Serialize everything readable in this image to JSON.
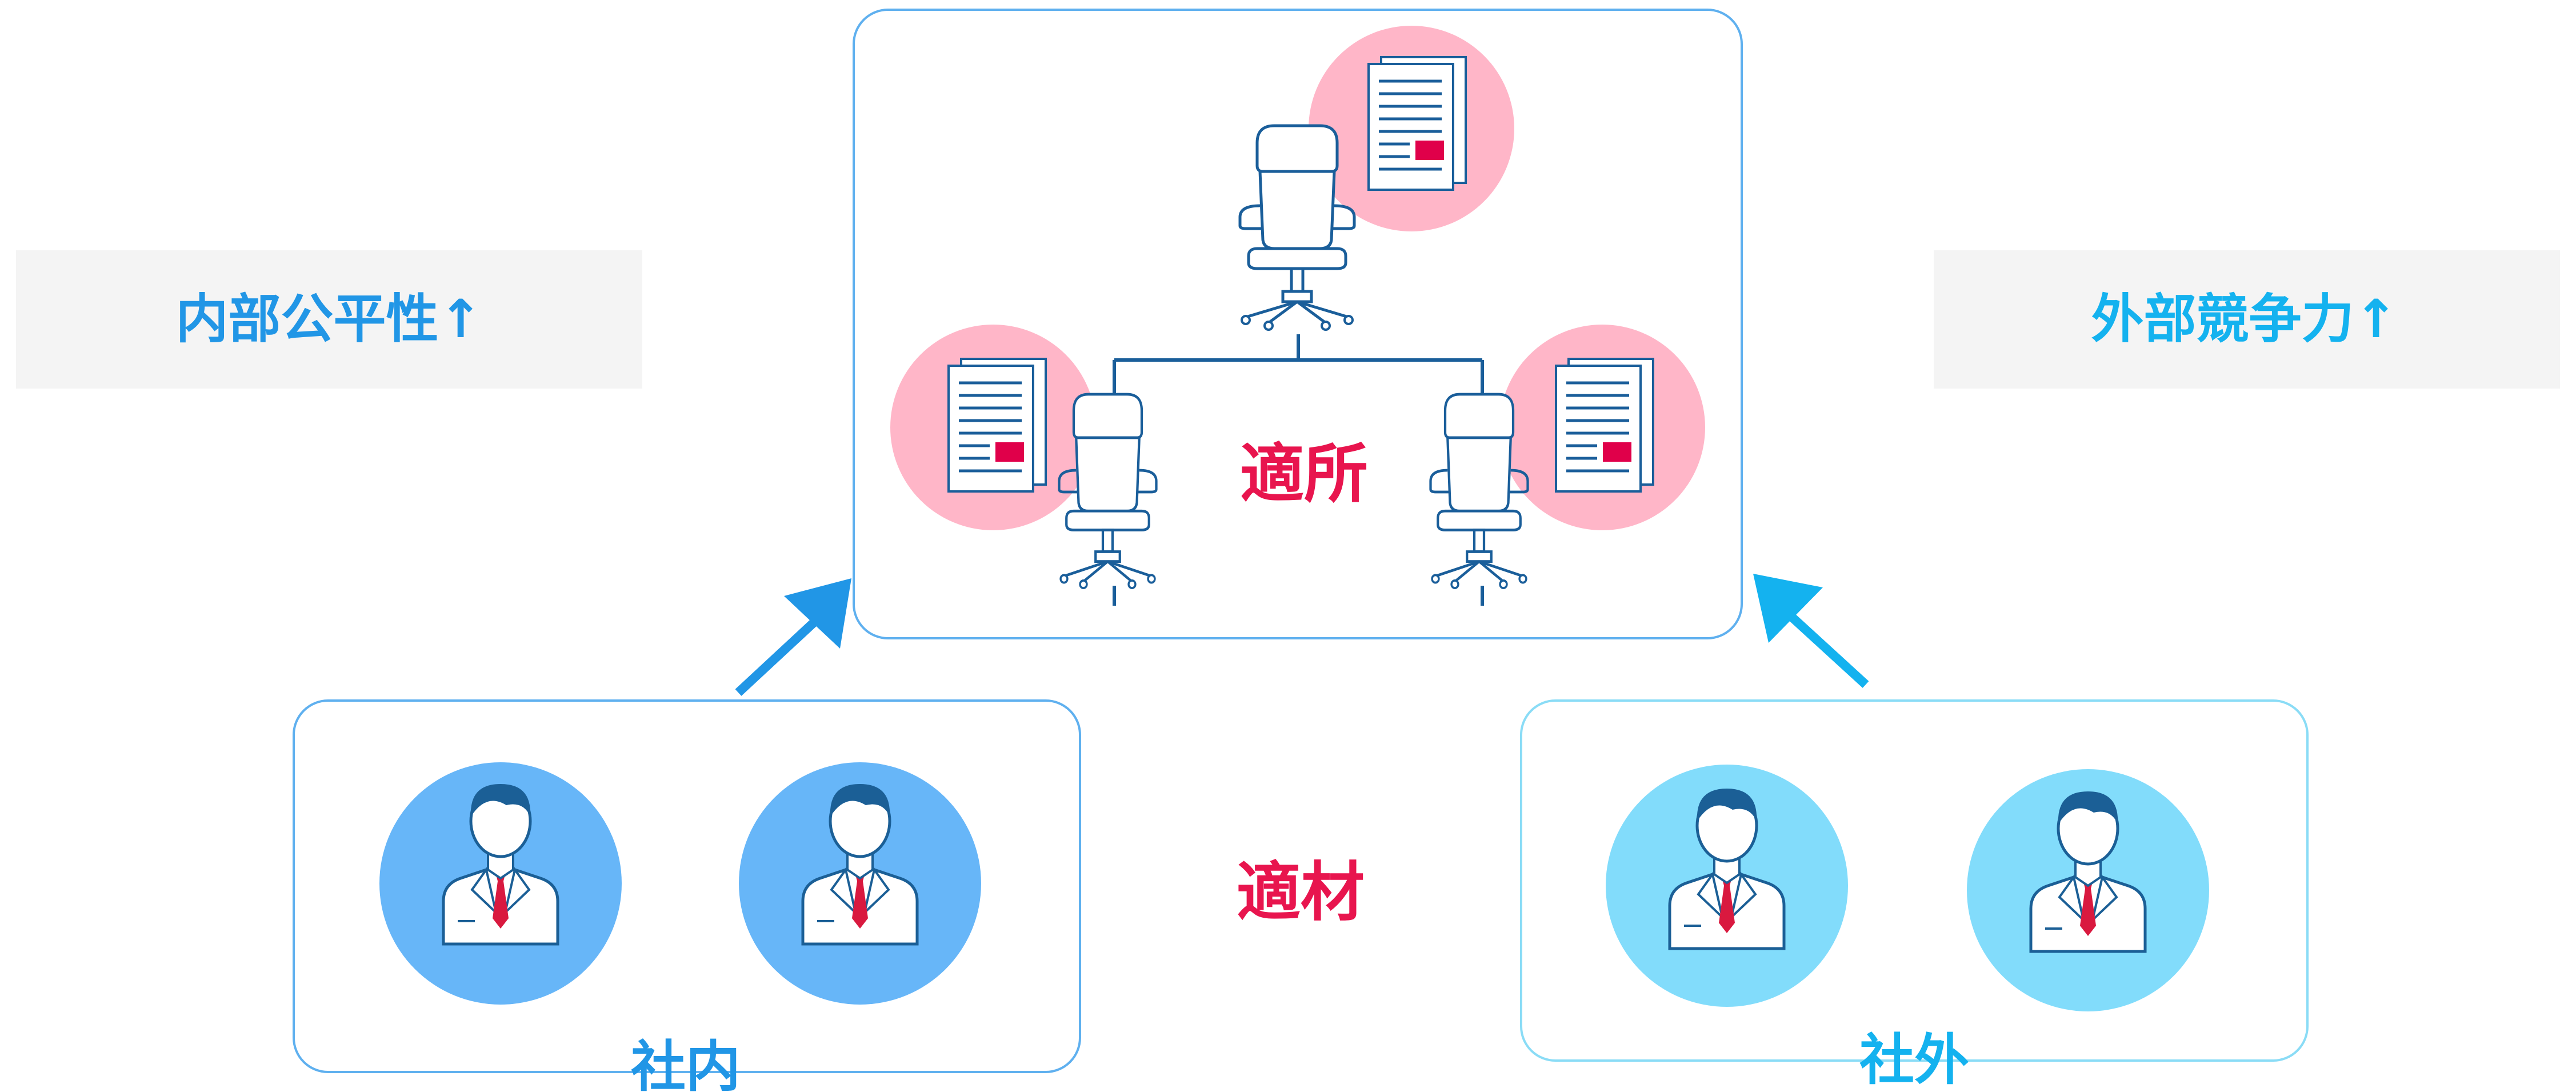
{
  "labels": {
    "internal_equity": "内部公平性↑",
    "external_competitiveness": "外部競争力↑",
    "right_place": "適所",
    "right_person": "適材",
    "in_house": "社内",
    "external": "社外"
  },
  "colors": {
    "blue_label": "#2196e6",
    "cyan_label": "#14b2ef",
    "red_label": "#e8154e",
    "pale_grey_box": "#f4f4f4",
    "box_border_blue": "#5fb0ef",
    "box_border_cyan": "#8adcf6",
    "pink_circle": "#ffb6c8",
    "doc_accent": "#e0004a",
    "line_navy": "#1a5e9a",
    "circle_blue": "#67b6f8",
    "circle_cyan": "#82dcfb",
    "hair": "#1b5f96",
    "tie": "#d9193f"
  },
  "icons": {
    "chair": "office-chair-icon",
    "document": "document-icon",
    "person": "businessman-icon",
    "arrow": "arrow-up-icon"
  }
}
